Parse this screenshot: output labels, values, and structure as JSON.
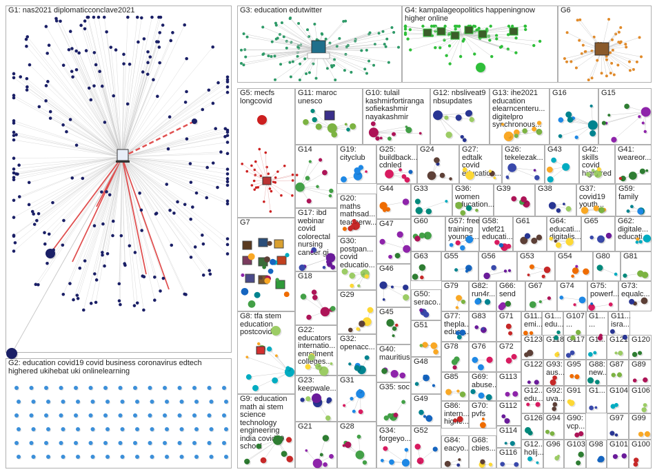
{
  "colors": {
    "G1": "#1a1f66",
    "G2": "#3b8fd9",
    "G3": "#2e9a68",
    "G4": "#2fbf3a",
    "G6": "#e08a2a",
    "G5": "#cc1f1f",
    "edge_red": "#e05050",
    "edge_grey": "#c9c9c9",
    "border": "#b0b0b0"
  },
  "groups": [
    {
      "id": "G1",
      "label": "G1: nas2021 diplomaticconclave2021"
    },
    {
      "id": "G2",
      "label": "G2: education covid19 covid business coronavirus edtech\nhighered ukihebat uki onlinelearning"
    },
    {
      "id": "G3",
      "label": "G3: education edutwitter"
    },
    {
      "id": "G4",
      "label": "G4: kampalageopolitics happeningnow\nhigher online"
    },
    {
      "id": "G6",
      "label": "G6"
    },
    {
      "id": "G5",
      "label": "G5: mecfs\nlongcovid"
    },
    {
      "id": "G11",
      "label": "G11: maroc\nunesco"
    },
    {
      "id": "G10",
      "label": "G10: tulail\nkashmirfortiranga\nsofiekashmir\nnayakashmir"
    },
    {
      "id": "G12",
      "label": "G12: nbsliveat9\nnbsupdates"
    },
    {
      "id": "G13",
      "label": "G13: ihe2021\neducation\nelearncenteru...\ndigitelpro\nsynchronous..."
    },
    {
      "id": "G16",
      "label": "G16"
    },
    {
      "id": "G15",
      "label": "G15"
    },
    {
      "id": "G14",
      "label": "G14"
    },
    {
      "id": "G19",
      "label": "G19:\ncityclub"
    },
    {
      "id": "G25",
      "label": "G25:\nbuildback...\ncdnled"
    },
    {
      "id": "G24",
      "label": "G24"
    },
    {
      "id": "G27",
      "label": "G27:\nedtalk\ncovid\neducation..."
    },
    {
      "id": "G26",
      "label": "G26:\ntekelezak..."
    },
    {
      "id": "G43",
      "label": "G43"
    },
    {
      "id": "G42",
      "label": "G42:\nskills\ncovid\nhighered"
    },
    {
      "id": "G41",
      "label": "G41:\nweareor..."
    },
    {
      "id": "G7",
      "label": "G7"
    },
    {
      "id": "G17",
      "label": "G17: ibd\nwebinar\ncovid\ncolorectal\nnursing\ncancer gi..."
    },
    {
      "id": "G20",
      "label": "G20:\nmaths\nmathsad...\nteacherw..."
    },
    {
      "id": "G44",
      "label": "G44"
    },
    {
      "id": "G33",
      "label": "G33"
    },
    {
      "id": "G36",
      "label": "G36:\nwomen\neducation..."
    },
    {
      "id": "G39",
      "label": "G39"
    },
    {
      "id": "G38",
      "label": "G38"
    },
    {
      "id": "G37",
      "label": "G37:\ncovid19\nyouth..."
    },
    {
      "id": "G59",
      "label": "G59:\nfamily"
    },
    {
      "id": "G47",
      "label": "G47"
    },
    {
      "id": "G60",
      "label": "G60"
    },
    {
      "id": "G57",
      "label": "G57: free\ntraining\nyoungc..."
    },
    {
      "id": "G58",
      "label": "G58:\nvdef21\neducati..."
    },
    {
      "id": "G61",
      "label": "G61"
    },
    {
      "id": "G64",
      "label": "G64:\neducati...\ndigitalis..."
    },
    {
      "id": "G65",
      "label": "G65"
    },
    {
      "id": "G62",
      "label": "G62:\ndigitale...\neducati..."
    },
    {
      "id": "G30",
      "label": "G30:\npostpan...\ncovid\neducatio..."
    },
    {
      "id": "G63",
      "label": "G63"
    },
    {
      "id": "G55",
      "label": "G55"
    },
    {
      "id": "G56",
      "label": "G56"
    },
    {
      "id": "G53",
      "label": "G53"
    },
    {
      "id": "G54",
      "label": "G54"
    },
    {
      "id": "G80",
      "label": "G80"
    },
    {
      "id": "G81",
      "label": "G81"
    },
    {
      "id": "G18",
      "label": "G18"
    },
    {
      "id": "G46",
      "label": "G46"
    },
    {
      "id": "G79",
      "label": "G79"
    },
    {
      "id": "G82",
      "label": "G82:\nrun4r..."
    },
    {
      "id": "G66",
      "label": "G66:\nsend"
    },
    {
      "id": "G67",
      "label": "G67"
    },
    {
      "id": "G74",
      "label": "G74"
    },
    {
      "id": "G75",
      "label": "G75:\npowerf..."
    },
    {
      "id": "G73",
      "label": "G73:\nequalc..."
    },
    {
      "id": "G29",
      "label": "G29"
    },
    {
      "id": "G50",
      "label": "G50:\nseraco..."
    },
    {
      "id": "G8",
      "label": "G8: tfa stem\neducation\npostcovid"
    },
    {
      "id": "G22",
      "label": "G22:\neducators\ninternatio...\nenrollment\ncolleges..."
    },
    {
      "id": "G45",
      "label": "G45"
    },
    {
      "id": "G77",
      "label": "G77:\ntheplа...\neduca..."
    },
    {
      "id": "G83",
      "label": "G83"
    },
    {
      "id": "G71",
      "label": "G71"
    },
    {
      "id": "G11x",
      "label": "G11...\nemi..."
    },
    {
      "id": "G10x",
      "label": "G1...\nedu..."
    },
    {
      "id": "G107",
      "label": "G107\n..."
    },
    {
      "id": "G1xx",
      "label": "G1...\n..."
    },
    {
      "id": "G111",
      "label": "G11...\nisra..."
    },
    {
      "id": "G51",
      "label": "G51"
    },
    {
      "id": "G32",
      "label": "G32:\nopenacc..."
    },
    {
      "id": "G40",
      "label": "G40:\nmauritius"
    },
    {
      "id": "G78",
      "label": "G78"
    },
    {
      "id": "G76",
      "label": "G76"
    },
    {
      "id": "G72",
      "label": "G72"
    },
    {
      "id": "G123",
      "label": "G123"
    },
    {
      "id": "G118",
      "label": "G118"
    },
    {
      "id": "G117",
      "label": "G117"
    },
    {
      "id": "G1y",
      "label": "G1..."
    },
    {
      "id": "G121",
      "label": "G121"
    },
    {
      "id": "G120",
      "label": "G120"
    },
    {
      "id": "G48",
      "label": "G48"
    },
    {
      "id": "G122",
      "label": "G122"
    },
    {
      "id": "G93",
      "label": "G93:\naus..."
    },
    {
      "id": "G95",
      "label": "G95"
    },
    {
      "id": "G88",
      "label": "G88:\nnew..."
    },
    {
      "id": "G87",
      "label": "G87"
    },
    {
      "id": "G89",
      "label": "G89"
    },
    {
      "id": "G23",
      "label": "G23:\nkeepwale..."
    },
    {
      "id": "G85",
      "label": "G85"
    },
    {
      "id": "G69",
      "label": "G69:\nabuse..."
    },
    {
      "id": "G113",
      "label": "G113"
    },
    {
      "id": "G35",
      "label": "G35: soc"
    },
    {
      "id": "G31",
      "label": "G31"
    },
    {
      "id": "G12x",
      "label": "G12...\nedu..."
    },
    {
      "id": "G92",
      "label": "G92:\nuva..."
    },
    {
      "id": "G91",
      "label": "G91"
    },
    {
      "id": "G1z",
      "label": "G1..."
    },
    {
      "id": "G104",
      "label": "G104"
    },
    {
      "id": "G106",
      "label": "G106"
    },
    {
      "id": "G9",
      "label": "G9: education\nmath ai stem\nscience\ntechnology\nengineering\nindia covid19\nschool"
    },
    {
      "id": "G49",
      "label": "G49"
    },
    {
      "id": "G112",
      "label": "G112"
    },
    {
      "id": "G86",
      "label": "G86:\nintern...\nhighe..."
    },
    {
      "id": "G70",
      "label": "G70:\npvfs"
    },
    {
      "id": "G126",
      "label": "G126"
    },
    {
      "id": "G94",
      "label": "G94"
    },
    {
      "id": "G90",
      "label": "G90:\nvcp..."
    },
    {
      "id": "G97",
      "label": "G97"
    },
    {
      "id": "G99",
      "label": "G99"
    },
    {
      "id": "G114",
      "label": "G114"
    },
    {
      "id": "G21",
      "label": "G21"
    },
    {
      "id": "G28",
      "label": "G28"
    },
    {
      "id": "G34",
      "label": "G34:\nforgeyo..."
    },
    {
      "id": "G52",
      "label": "G52"
    },
    {
      "id": "G84",
      "label": "G84:\neacyo..."
    },
    {
      "id": "G68",
      "label": "G68:\ncbies..."
    },
    {
      "id": "G116",
      "label": "G116"
    },
    {
      "id": "G12y",
      "label": "G12...\nholij..."
    },
    {
      "id": "G96",
      "label": "G96"
    },
    {
      "id": "G103",
      "label": "G103"
    },
    {
      "id": "G98",
      "label": "G98"
    },
    {
      "id": "G101",
      "label": "G101"
    },
    {
      "id": "G100",
      "label": "G100"
    }
  ]
}
